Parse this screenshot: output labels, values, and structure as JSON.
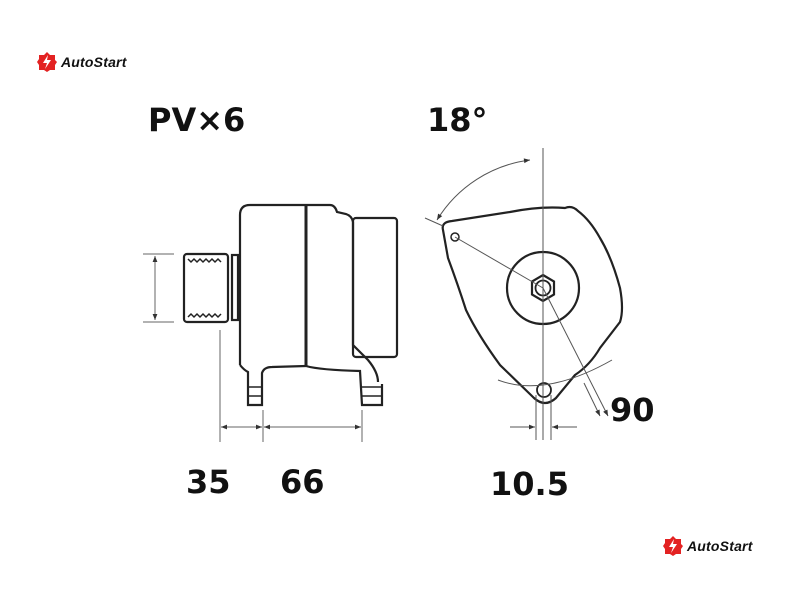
{
  "brand": {
    "name": "AutoStart",
    "accent": "#e32222"
  },
  "labels": {
    "belt": "PV×6",
    "angle": "18°",
    "radius": "90",
    "dim_pulley": "35",
    "dim_mount": "66",
    "dim_hole": "10.5"
  }
}
